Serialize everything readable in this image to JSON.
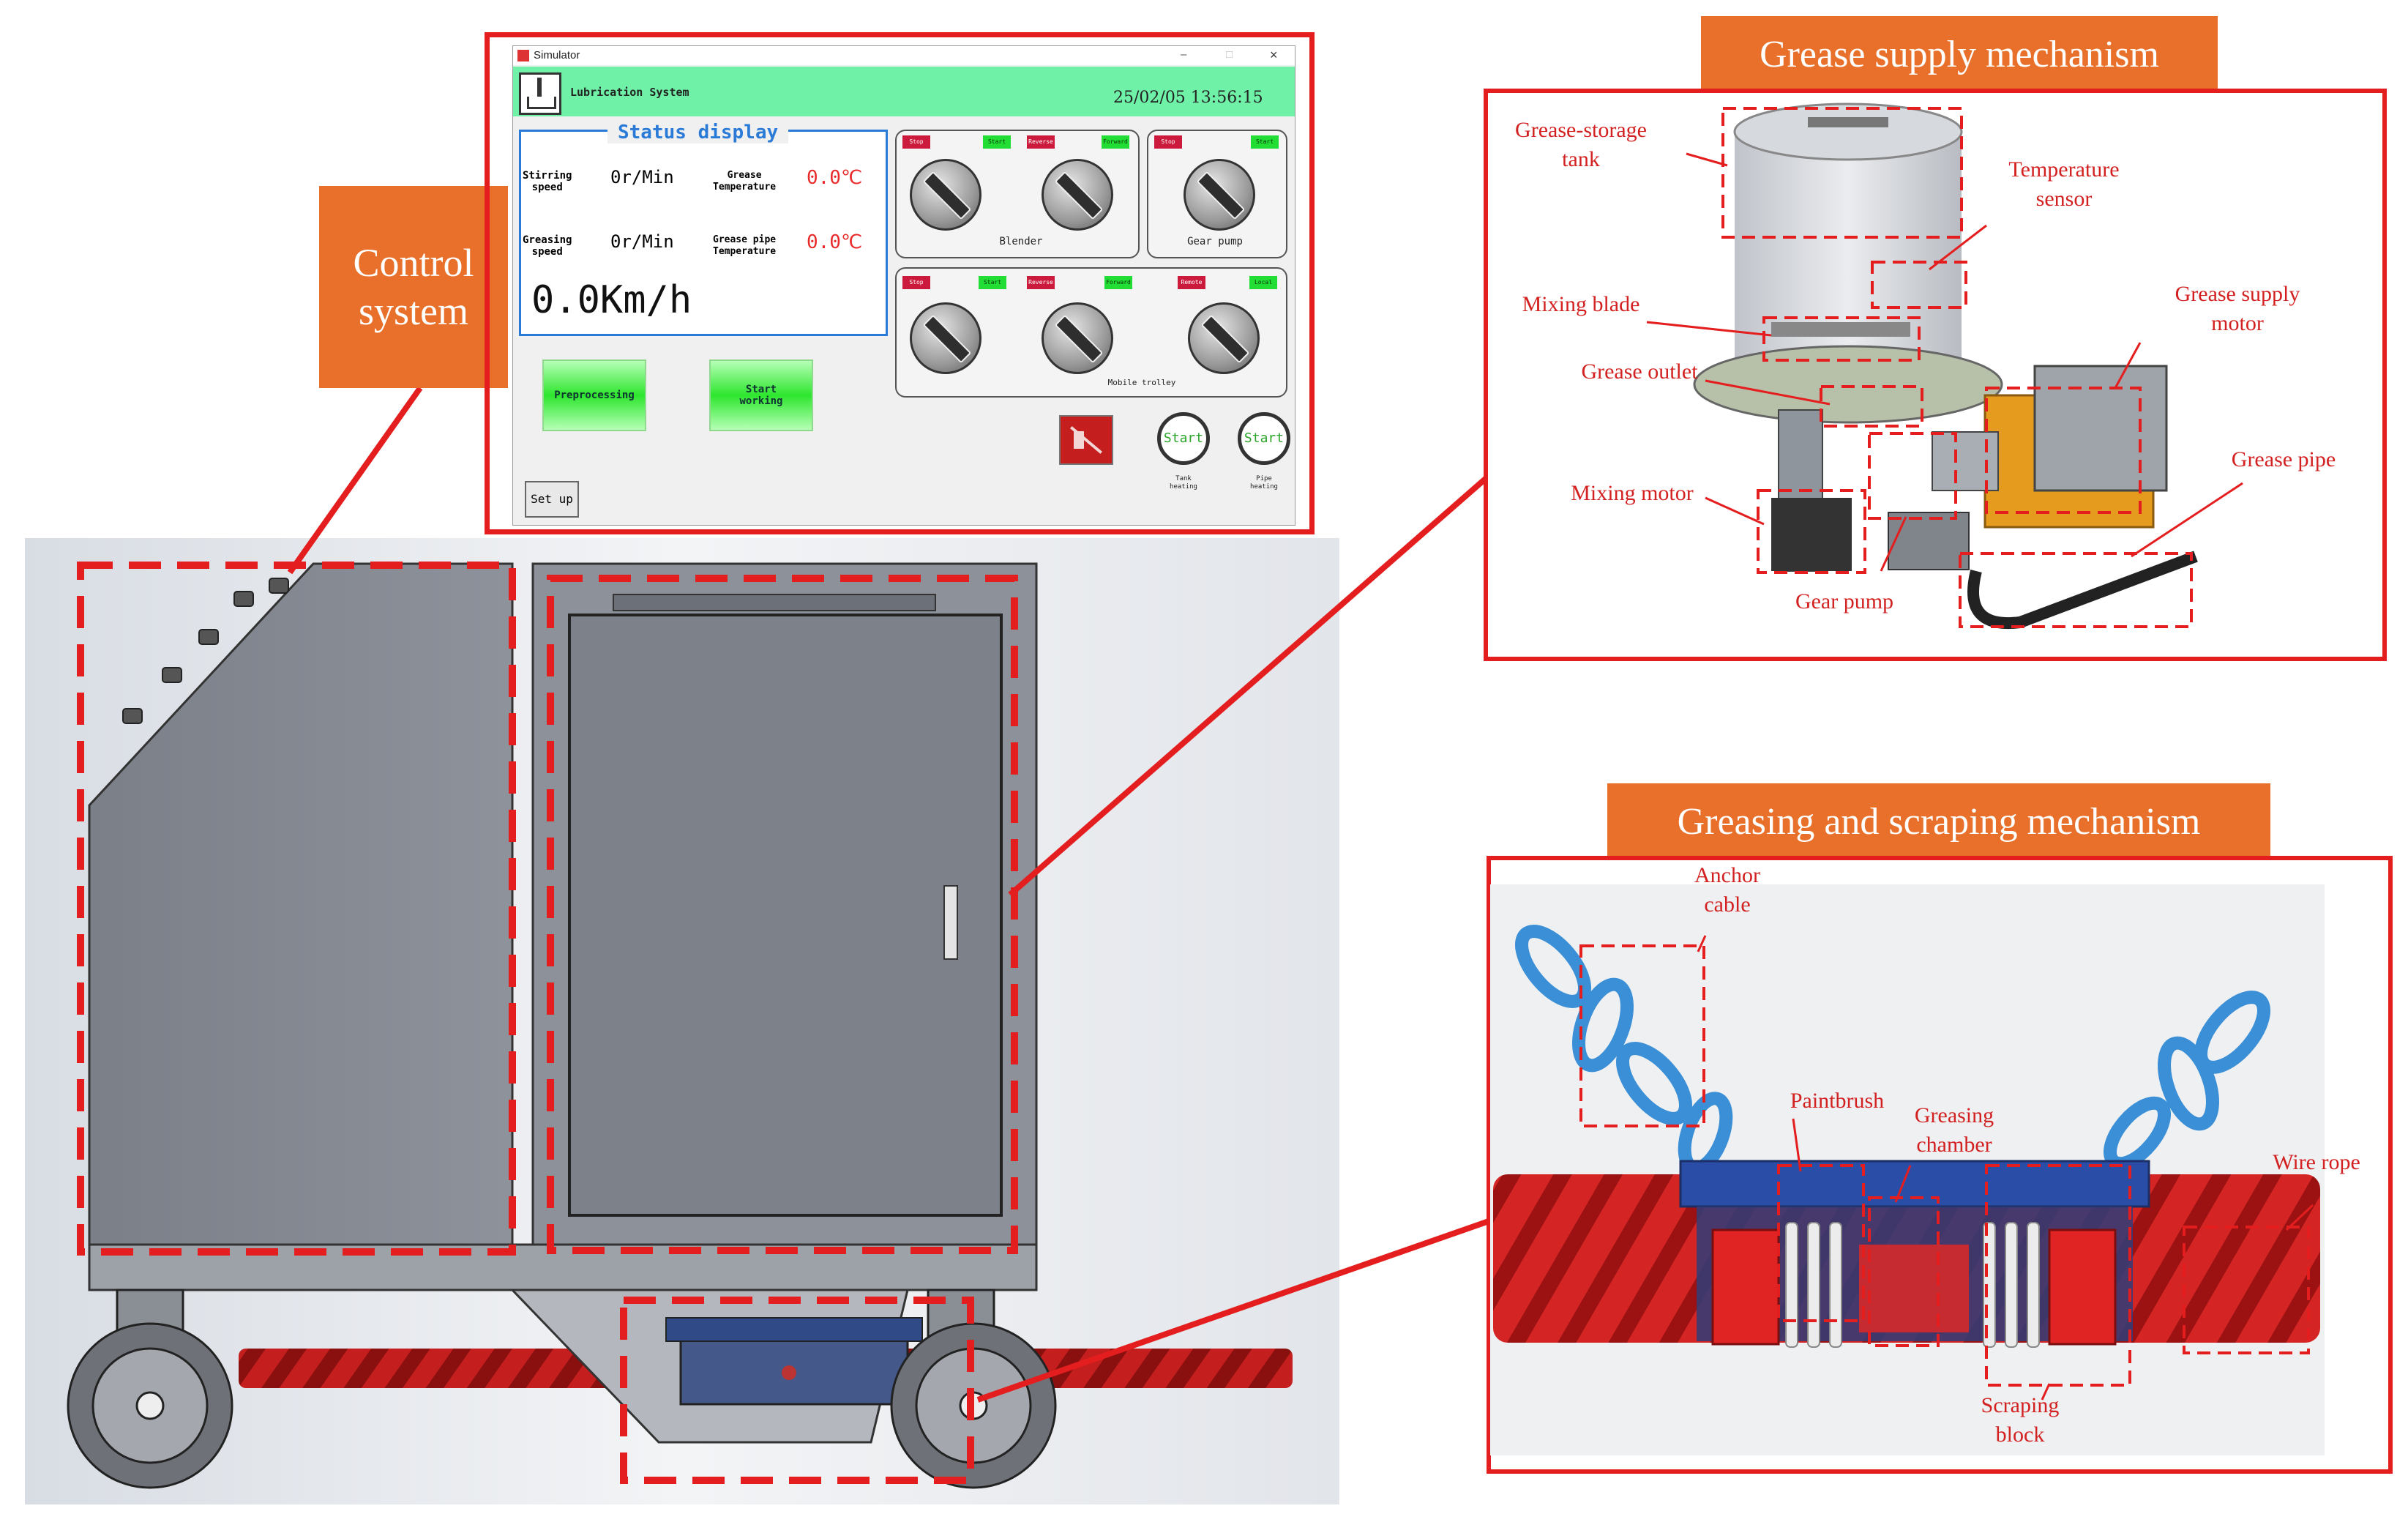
{
  "control_label": "Control\nsystem",
  "simulator": {
    "window_title": "Simulator",
    "window_controls": [
      "–",
      "□",
      "×"
    ],
    "app_title": "Lubrication System",
    "datetime": "25/02/05 13:56:15",
    "status_title": "Status display",
    "stirring_label": "Stirring\nspeed",
    "stirring_value": "0r/Min",
    "grease_temp_label": "Grease\nTemperature",
    "grease_temp_value": "0.0℃",
    "greasing_label": "Greasing\nspeed",
    "greasing_value": "0r/Min",
    "pipe_temp_label": "Grease pipe\nTemperature",
    "pipe_temp_value": "0.0℃",
    "speed_value": "0.0Km/h",
    "preprocessing_button": "Preprocessing",
    "start_working_button": "Start\nworking",
    "setup_button": "Set up",
    "stop": "Stop",
    "start": "Start",
    "reverse": "Reverse",
    "forward": "Forward",
    "remote": "Remote",
    "local": "Local",
    "blender_label": "Blender",
    "gear_pump_label": "Gear pump",
    "mobile_trolley_label": "Mobile trolley",
    "tank_heating_start": "Start",
    "tank_heating_label": "Tank\nheating",
    "pipe_heating_start": "Start",
    "pipe_heating_label": "Pipe\nheating"
  },
  "grease_supply": {
    "title": "Grease supply mechanism",
    "labels": {
      "storage_tank": "Grease-storage\ntank",
      "temperature_sensor": "Temperature\nsensor",
      "mixing_blade": "Mixing blade",
      "supply_motor": "Grease supply\nmotor",
      "grease_outlet": "Grease outlet",
      "grease_pipe": "Grease pipe",
      "mixing_motor": "Mixing motor",
      "gear_pump": "Gear pump"
    }
  },
  "greasing_scraping": {
    "title": "Greasing and scraping mechanism",
    "labels": {
      "anchor_cable": "Anchor\ncable",
      "paintbrush": "Paintbrush",
      "greasing_chamber": "Greasing\nchamber",
      "wire_rope": "Wire rope",
      "scraping_block": "Scraping\nblock"
    }
  },
  "colors": {
    "accent_red": "#e41e1e",
    "orange": "#e8702a",
    "header_green": "#6ff2a8",
    "status_blue": "#2a7ad8",
    "value_red": "#e82a2a"
  }
}
